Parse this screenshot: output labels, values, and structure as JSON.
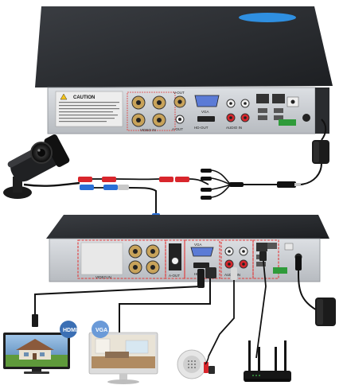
{
  "labels": {
    "caution": "CAUTION",
    "video_in_top": "VIDEO IN",
    "v_out": "V-OUT",
    "a_out_top": "A-OUT",
    "vga_top": "VGA",
    "hd_out": "HD-OUT",
    "audio_in_top": "AUDIO IN",
    "video_in_bottom": "VIDEO IN",
    "a_out_bottom": "A-OUT",
    "vga_bottom": "VGA",
    "hdmi_port": "HDMI",
    "audio_in_bottom": "AUDIO IN",
    "hdmi_badge": "HDMI",
    "vga_badge": "VGA"
  },
  "colors": {
    "dvr_body": "#2b2d30",
    "back_panel": "#c9ccd0",
    "highlight_box": "#e23a3a",
    "cable": "#111111",
    "bnc_red": "#d8262c",
    "bnc_blue": "#2a6fd6",
    "hdmi_badge": "#3b6fb4",
    "vga_badge": "#6a9ad8"
  },
  "icons": [
    "bullet-camera-icon",
    "power-adapter-icon",
    "tv-monitor-icon",
    "pc-monitor-icon",
    "microphone-icon",
    "wifi-router-icon",
    "power-splitter-icon"
  ]
}
